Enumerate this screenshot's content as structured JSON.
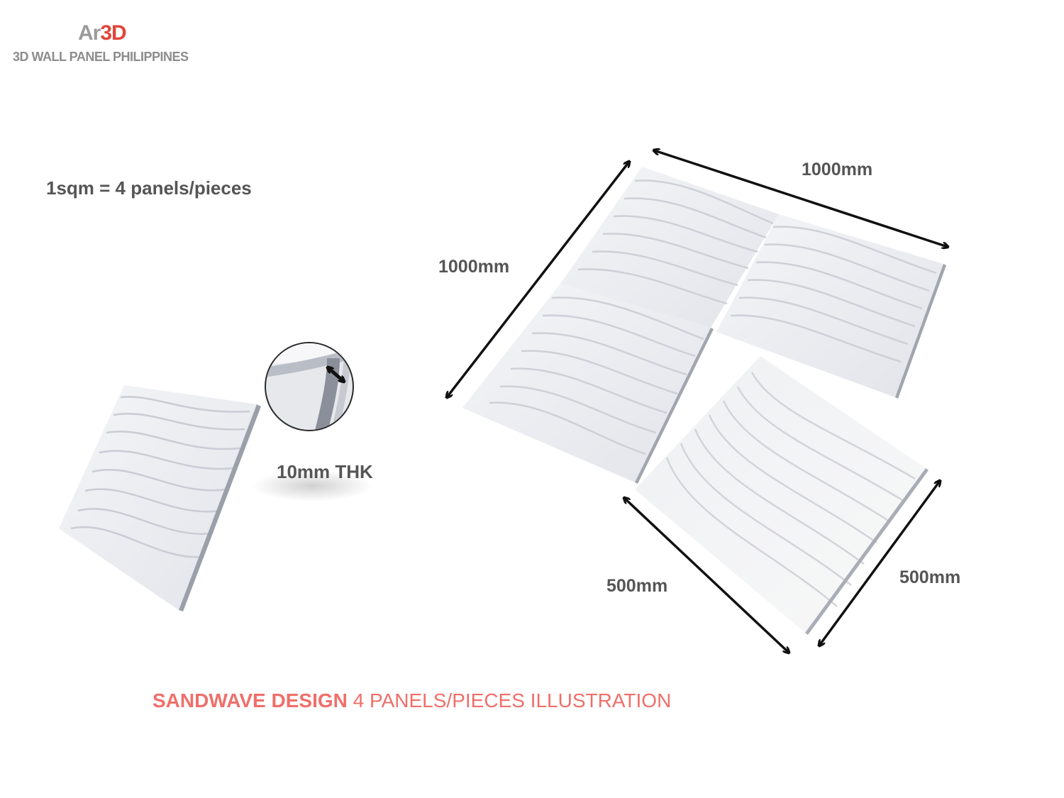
{
  "logo": {
    "mark_prefix": "Ar",
    "mark_accent": "3D",
    "tagline": "3D WALL PANEL PHILIPPINES"
  },
  "note": "1sqm = 4 panels/pieces",
  "thickness_label": "10mm THK",
  "dimensions": {
    "assembly_width": "1000mm",
    "assembly_height": "1000mm",
    "panel_width": "500mm",
    "panel_height": "500mm"
  },
  "caption": {
    "design": "SANDWAVE DESIGN",
    "description": "4 PANELS/PIECES ILLUSTRATION"
  },
  "colors": {
    "caption": "#ef6f6a",
    "text": "#555555",
    "accent": "#e0453a"
  }
}
